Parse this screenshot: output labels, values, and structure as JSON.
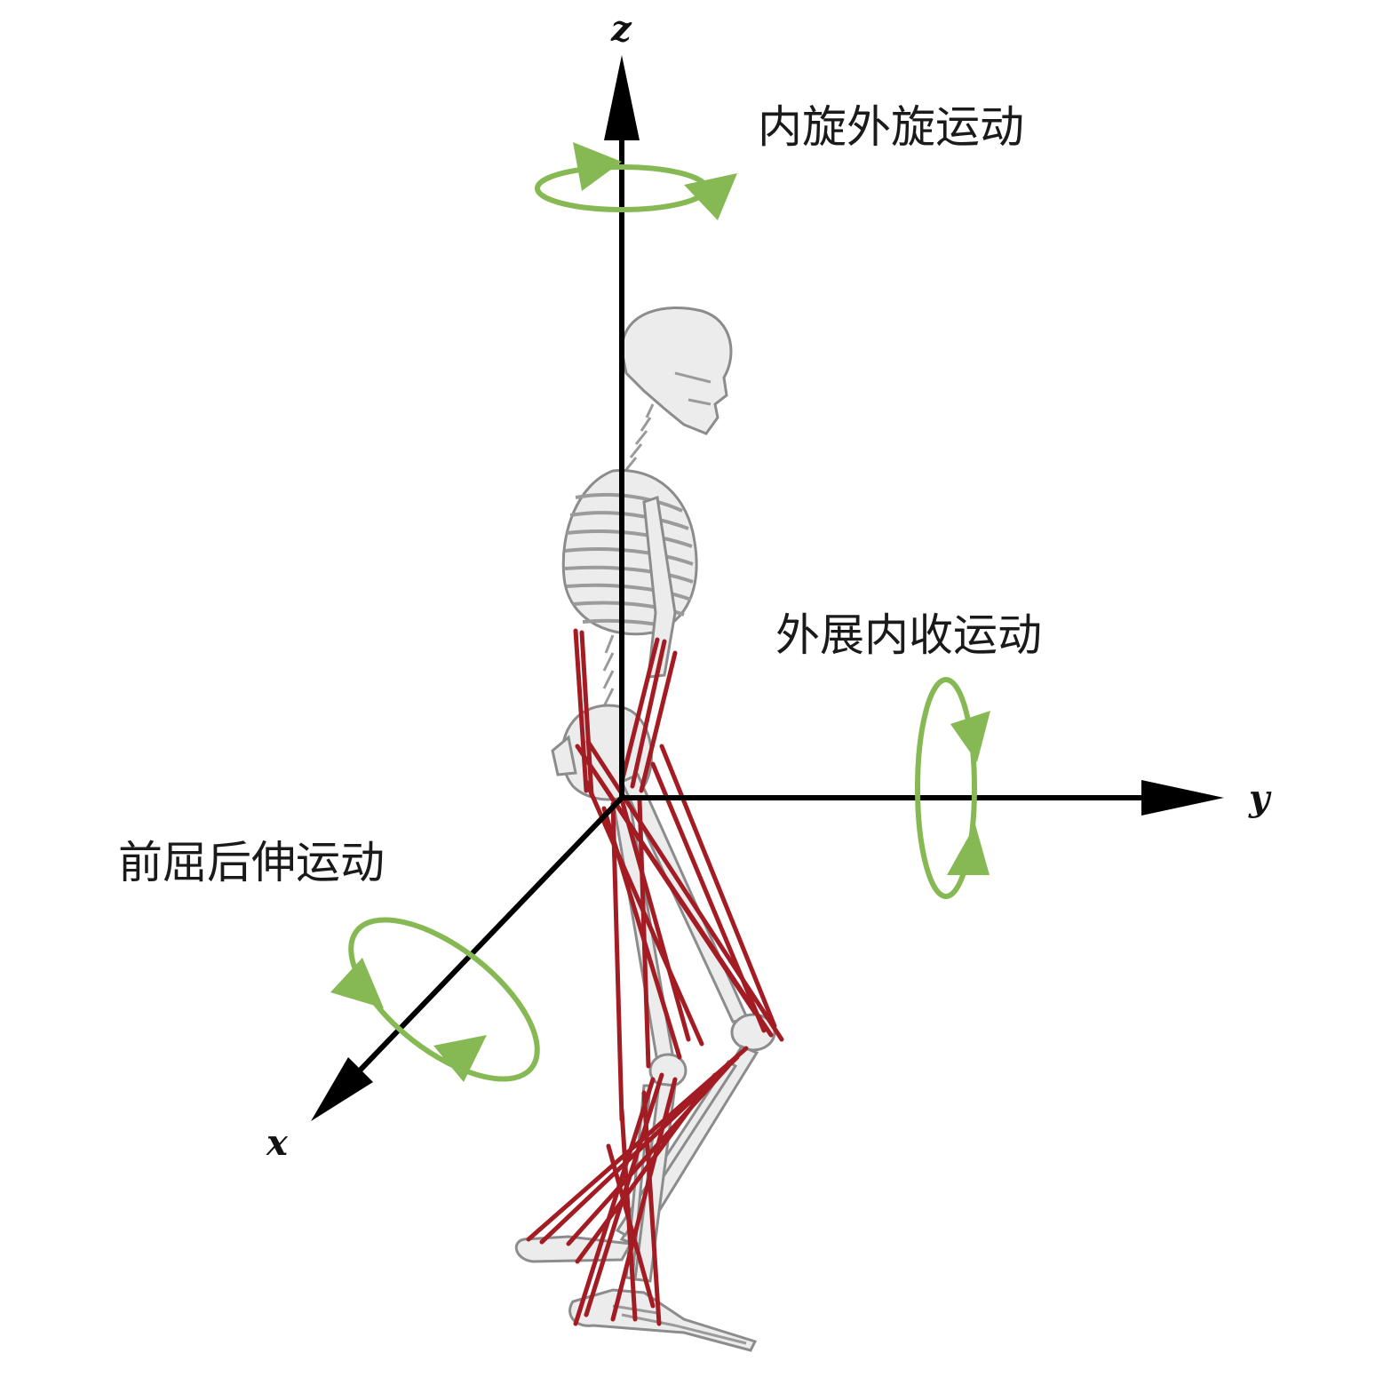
{
  "axes": {
    "z": "z",
    "y": "y",
    "x": "x"
  },
  "motions": {
    "z_rotation": "内旋外旋运动",
    "y_rotation": "外展内收运动",
    "x_rotation": "前屈后伸运动"
  },
  "colors": {
    "axis": "#000000",
    "rotation_arrow": "#86b954",
    "muscle": "#a31c24",
    "bone": "#ececec"
  }
}
